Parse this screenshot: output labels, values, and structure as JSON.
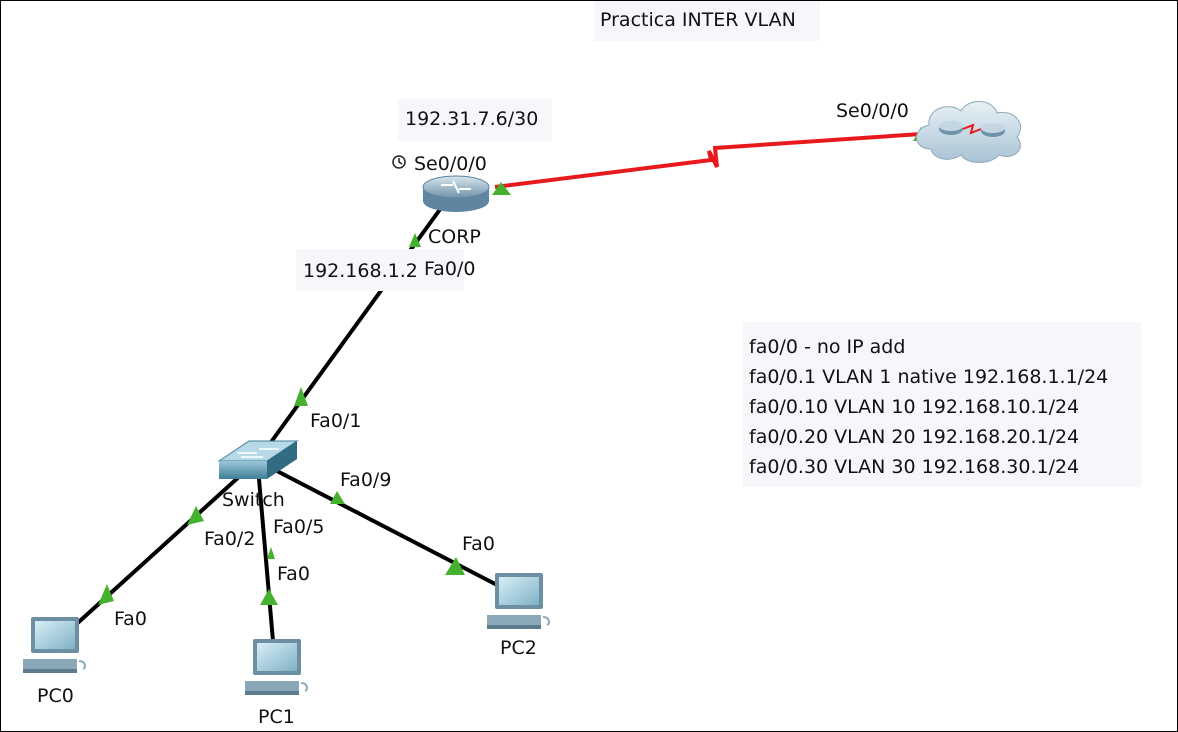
{
  "title": "Practica INTER VLAN",
  "notes": {
    "wan_ip": "192.31.7.6/30",
    "lan_ip": "192.168.1.2",
    "info_lines": [
      "fa0/0 - no IP add",
      "fa0/0.1 VLAN 1 native 192.168.1.1/24",
      "fa0/0.10 VLAN 10 192.168.10.1/24",
      "fa0/0.20 VLAN 20 192.168.20.1/24",
      "fa0/0.30 VLAN 30 192.168.30.1/24"
    ]
  },
  "devices": {
    "router": "CORP",
    "switch": "Switch",
    "pc0": "PC0",
    "pc1": "PC1",
    "pc2": "PC2"
  },
  "ports": {
    "router_serial": "Se0/0/0",
    "cloud_serial": "Se0/0/0",
    "router_fa": "Fa0/0",
    "switch_uplink": "Fa0/1",
    "switch_pc0": "Fa0/2",
    "switch_pc1": "Fa0/5",
    "switch_pc2": "Fa0/9",
    "pc0_fa": "Fa0",
    "pc1_fa": "Fa0",
    "pc2_fa": "Fa0"
  },
  "colors": {
    "serial_link": "#e8191c",
    "ethernet_link": "#000000",
    "port_up": "#46b02f",
    "note_bg": "#f5f7fb"
  }
}
